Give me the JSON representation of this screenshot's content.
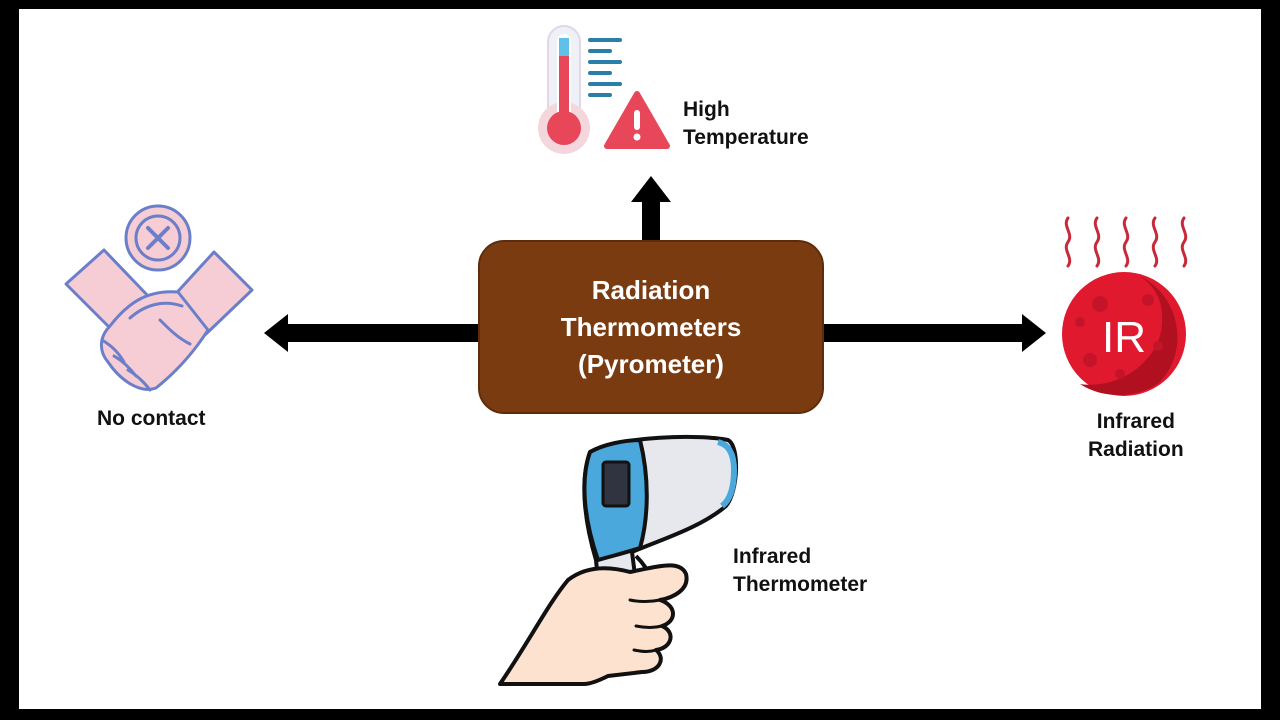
{
  "center": {
    "title": "Radiation\nThermometers\n(Pyrometer)"
  },
  "labels": {
    "high_temperature": "High\nTemperature",
    "no_contact": "No contact",
    "infrared_radiation": "Infrared\nRadiation",
    "infrared_thermometer": "Infrared\nThermometer"
  },
  "icons": {
    "thermometer": "thermometer-icon",
    "warning": "warning-icon",
    "handshake": "handshake-icon",
    "no_sign": "cross-circle-icon",
    "infrared_ball": "infrared-ball-icon",
    "heat_waves": "heat-waves-icon",
    "ir_gun": "infrared-thermometer-gun-icon"
  },
  "ir_badge": "IR",
  "colors": {
    "box": "#7b3b10",
    "box_text": "#ffffff",
    "arrow": "#000000",
    "warning": "#e8475a",
    "thermo_red": "#e8475a",
    "hand_pink": "#f6cdd4",
    "hand_outline": "#6b7fc9",
    "ir_red": "#e0192f",
    "gun_blue": "#4aa8dc",
    "skin": "#fde3cf"
  }
}
